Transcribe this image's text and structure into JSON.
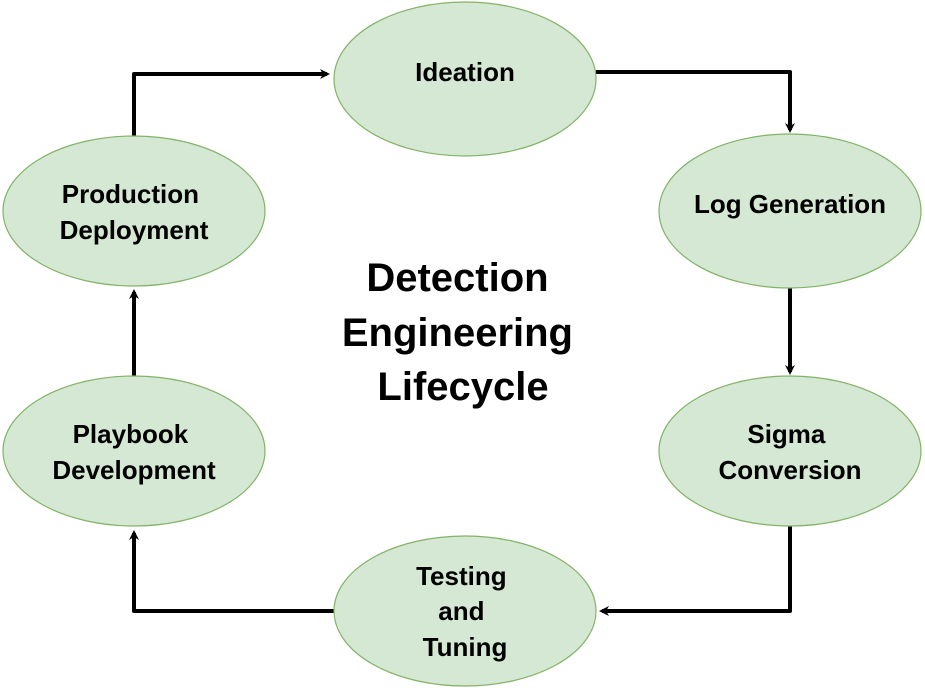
{
  "title": [
    "Detection",
    "Engineering",
    "Lifecycle"
  ],
  "colors": {
    "node_fill": "#d5e8d4",
    "node_stroke": "#82b366",
    "edge": "#000000"
  },
  "nodes": {
    "ideation": [
      "Ideation"
    ],
    "log_generation": [
      "Log Generation"
    ],
    "sigma_conversion": [
      "Sigma",
      "Conversion"
    ],
    "testing_tuning": [
      "Testing",
      "and",
      "Tuning"
    ],
    "playbook_development": [
      "Playbook",
      "Development"
    ],
    "production_deployment": [
      "Production",
      "Deployment"
    ]
  },
  "edges": [
    {
      "from": "ideation",
      "to": "log_generation"
    },
    {
      "from": "log_generation",
      "to": "sigma_conversion"
    },
    {
      "from": "sigma_conversion",
      "to": "testing_tuning"
    },
    {
      "from": "testing_tuning",
      "to": "playbook_development"
    },
    {
      "from": "playbook_development",
      "to": "production_deployment"
    },
    {
      "from": "production_deployment",
      "to": "ideation"
    }
  ]
}
